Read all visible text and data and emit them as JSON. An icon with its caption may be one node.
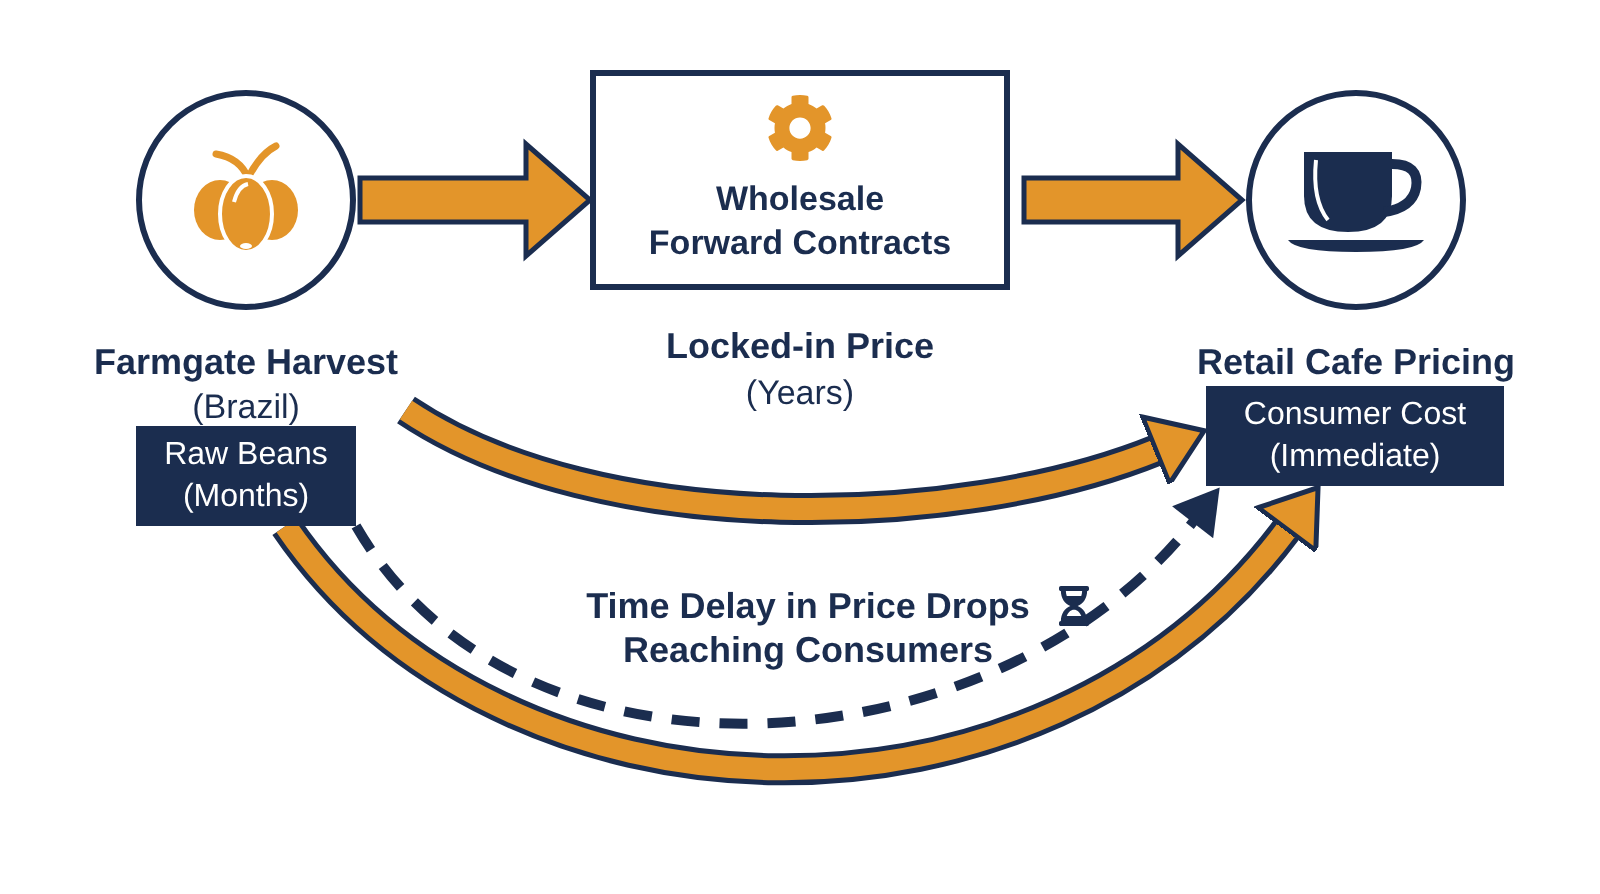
{
  "diagram": {
    "nodes": [
      {
        "text": [
          "Farmgate Harvest",
          "(Brazil)"
        ]
      },
      {
        "text": [
          "Raw Beans (Months)"
        ]
      },
      {
        "text": [
          "Wholesale Forward Contracts"
        ],
        "beside": [
          "Locked-in Price",
          "(Years)"
        ]
      },
      {
        "text": [
          "Retail Cafe Pricing"
        ]
      },
      {
        "text": [
          "Consumer Cost (Immediate)"
        ]
      }
    ],
    "edges": [
      {
        "from": 0,
        "to": 2,
        "arrow": "to"
      },
      {
        "from": 2,
        "to": 3,
        "arrow": "to"
      },
      {
        "from": 0,
        "to": 4,
        "arrow": "to"
      },
      {
        "from": 1,
        "to": 4,
        "arrow": "to",
        "style": "dashed",
        "label": "Time Delay in Price Drops Reaching Consumers"
      },
      {
        "from": 1,
        "to": 4,
        "arrow": "to"
      }
    ]
  }
}
